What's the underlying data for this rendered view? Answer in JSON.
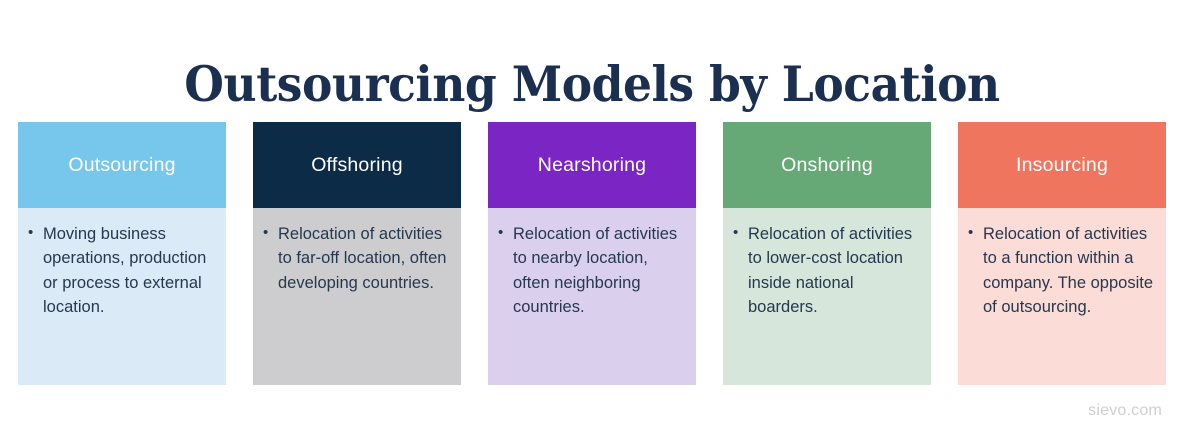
{
  "title": "Outsourcing Models by Location",
  "title_color": "#1b3050",
  "background_color": "#ffffff",
  "body_text_color": "#26384e",
  "bullet_glyph": "•",
  "columns": [
    {
      "header": "Outsourcing",
      "header_color": "#77c7ec",
      "body_color": "#daeaf7",
      "header_text_color": "#ffffff",
      "bullets": [
        "Moving business operations, production or process to external location."
      ]
    },
    {
      "header": "Offshoring",
      "header_color": "#0b2b47",
      "body_color": "#cdcdd0",
      "header_text_color": "#ffffff",
      "bullets": [
        "Relocation of activities to far-off location, often developing countries."
      ]
    },
    {
      "header": "Nearshoring",
      "header_color": "#7b25c4",
      "body_color": "#dbcfee",
      "header_text_color": "#ffffff",
      "bullets": [
        "Relocation of activities to nearby location, often neighboring countries."
      ]
    },
    {
      "header": "Onshoring",
      "header_color": "#66a876",
      "body_color": "#d6e6da",
      "header_text_color": "#ffffff",
      "bullets": [
        "Relocation of activities to lower-cost location inside national boarders."
      ]
    },
    {
      "header": "Insourcing",
      "header_color": "#f0755e",
      "body_color": "#fbdcd7",
      "header_text_color": "#ffffff",
      "bullets": [
        "Relocation of activities to a function within a company. The opposite of outsourcing."
      ]
    }
  ],
  "footer": {
    "brand": "sievo.com",
    "brand_color": "#cfcfcf"
  }
}
